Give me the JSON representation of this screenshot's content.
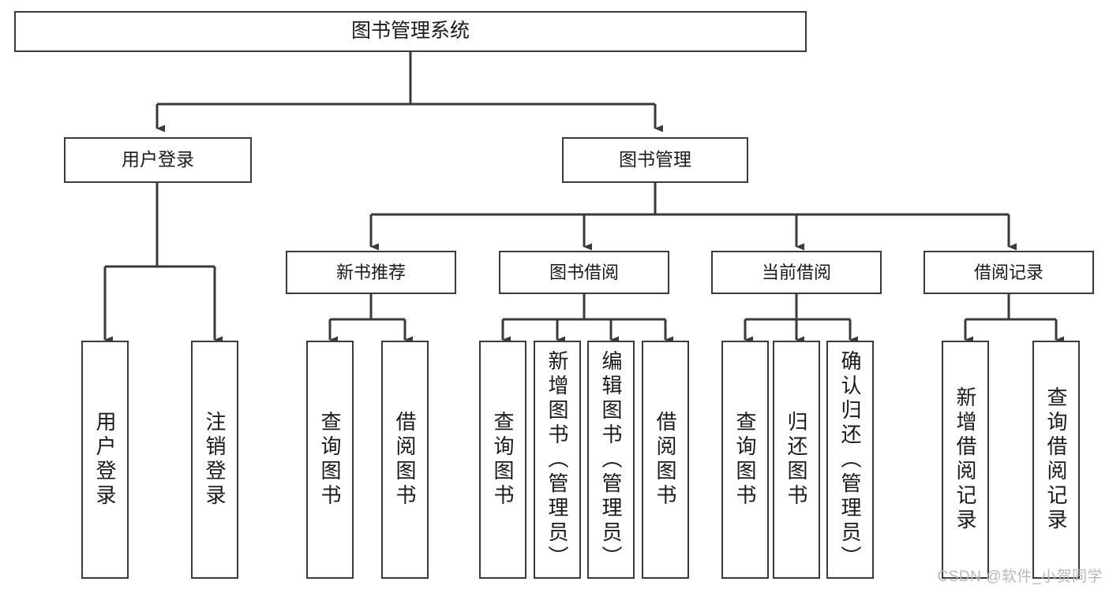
{
  "diagram": {
    "title": "图书管理系统",
    "type": "tree-hierarchy-diagram",
    "watermark": "CSDN @软件_小贺同学",
    "colors": {
      "background": "#ffffff",
      "box_border": "#3a3a3a",
      "connector": "#3a3a3a",
      "text": "#1a1a1a",
      "watermark": "#b8b8b8"
    },
    "root": {
      "label": "图书管理系统"
    },
    "level1": [
      {
        "id": "user-login",
        "label": "用户登录"
      },
      {
        "id": "book-management",
        "label": "图书管理"
      }
    ],
    "level2": [
      {
        "id": "new-book-recommend",
        "label": "新书推荐"
      },
      {
        "id": "book-borrow",
        "label": "图书借阅"
      },
      {
        "id": "current-borrow",
        "label": "当前借阅"
      },
      {
        "id": "borrow-record",
        "label": "借阅记录"
      }
    ],
    "leaves": {
      "user_login": [
        {
          "id": "leaf-user-login",
          "label": "用户登录"
        },
        {
          "id": "leaf-logout-login",
          "label": "注销登录"
        }
      ],
      "new_book_recommend": [
        {
          "id": "leaf-query-book-1",
          "label": "查询图书"
        },
        {
          "id": "leaf-borrow-book-1",
          "label": "借阅图书"
        }
      ],
      "book_borrow": [
        {
          "id": "leaf-query-book-2",
          "label": "查询图书"
        },
        {
          "id": "leaf-add-book",
          "label": "新增图书（管理员）"
        },
        {
          "id": "leaf-edit-book",
          "label": "编辑图书（管理员）"
        },
        {
          "id": "leaf-borrow-book-2",
          "label": "借阅图书"
        }
      ],
      "current_borrow": [
        {
          "id": "leaf-query-book-3",
          "label": "查询图书"
        },
        {
          "id": "leaf-return-book",
          "label": "归还图书"
        },
        {
          "id": "leaf-confirm-return",
          "label": "确认归还（管理员）"
        }
      ],
      "borrow_record": [
        {
          "id": "leaf-add-record",
          "label": "新增借阅记录"
        },
        {
          "id": "leaf-query-record",
          "label": "查询借阅记录"
        }
      ]
    }
  }
}
